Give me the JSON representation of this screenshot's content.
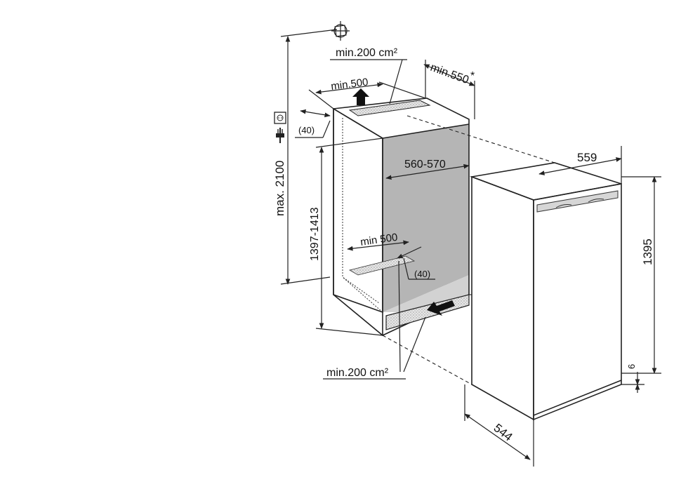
{
  "labels": {
    "max_height": "max. 2100",
    "niche_height": "1397-1413",
    "top_vent_area": "min.200 cm²",
    "top_depth": "min.500",
    "side_clearance": "min.550",
    "asterisk": "*",
    "top_offset": "(40)",
    "niche_width": "560-570",
    "bottom_depth": "min 500",
    "bottom_offset": "(40)",
    "bottom_vent_area": "min.200 cm²",
    "appliance_width": "559",
    "appliance_height": "1395",
    "appliance_depth": "544",
    "plinth_gap": "6"
  },
  "icons": [
    "socket-icon",
    "plug-icon",
    "crosshair-symbol-icon"
  ],
  "colors": {
    "niche_shade": "#b5b5b5",
    "floor_shade": "#d2d2d2",
    "line": "#222222"
  }
}
